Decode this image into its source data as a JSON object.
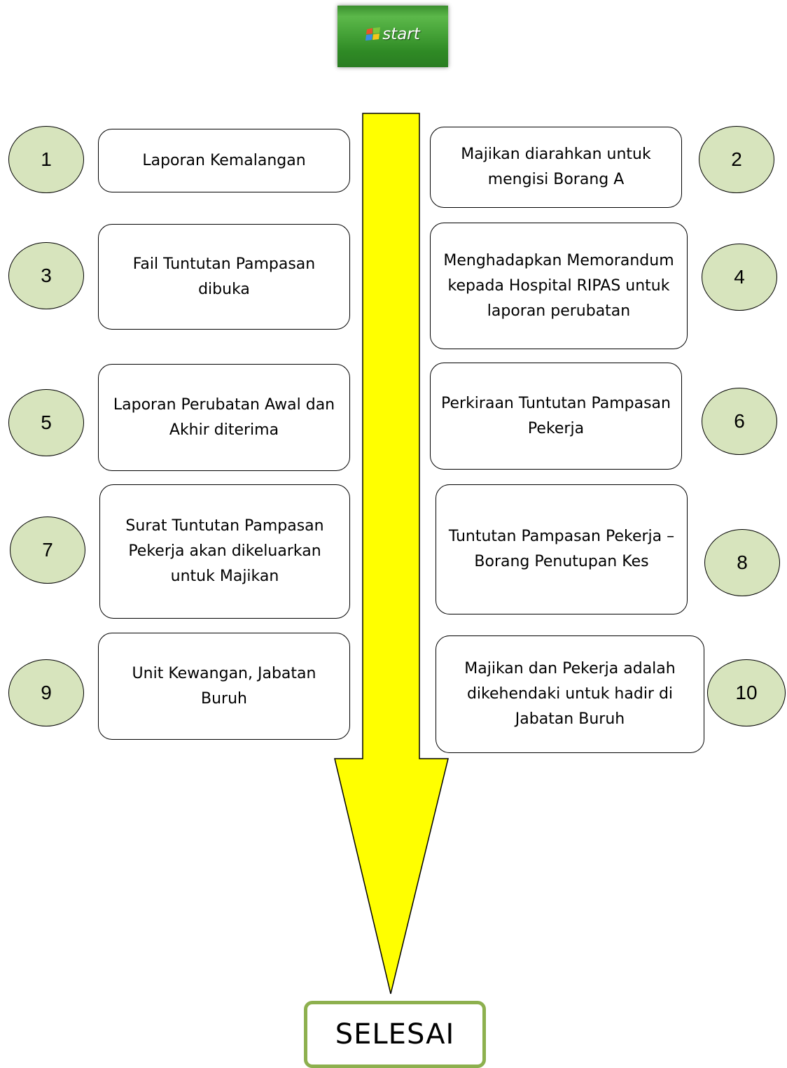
{
  "start_button": {
    "label": "start"
  },
  "steps": [
    {
      "number": "1",
      "text": "Laporan Kemalangan"
    },
    {
      "number": "2",
      "text": "Majikan diarahkan untuk mengisi Borang A"
    },
    {
      "number": "3",
      "text": "Fail Tuntutan Pampasan dibuka"
    },
    {
      "number": "4",
      "text": "Menghadapkan Memorandum kepada Hospital RIPAS untuk laporan perubatan"
    },
    {
      "number": "5",
      "text": "Laporan Perubatan Awal dan Akhir diterima"
    },
    {
      "number": "6",
      "text": "Perkiraan Tuntutan Pampasan Pekerja"
    },
    {
      "number": "7",
      "text": "Surat Tuntutan Pampasan Pekerja akan dikeluarkan untuk Majikan"
    },
    {
      "number": "8",
      "text": "Tuntutan Pampasan Pekerja – Borang Penutupan Kes"
    },
    {
      "number": "9",
      "text": "Unit Kewangan, Jabatan Buruh"
    },
    {
      "number": "10",
      "text": "Majikan dan Pekerja adalah dikehendaki untuk hadir di Jabatan Buruh"
    }
  ],
  "end": {
    "label": "SELESAI"
  },
  "colors": {
    "arrow": "#ffff00",
    "circle": "#d7e4bd",
    "end_border": "#8db04e",
    "start_green": "#46a338"
  }
}
